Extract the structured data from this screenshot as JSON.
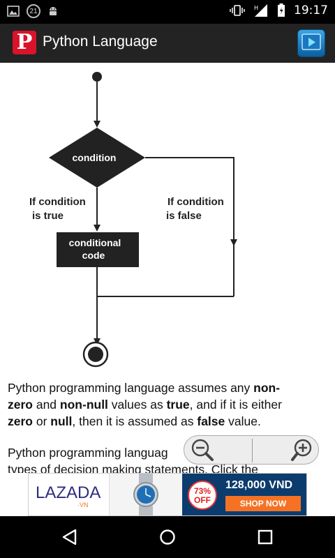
{
  "status_bar": {
    "notification_count": "21",
    "time": "19:17",
    "icons": [
      "image-icon",
      "notification-count-icon",
      "android-icon",
      "vibrate-icon",
      "signal-icon",
      "battery-icon"
    ]
  },
  "app_bar": {
    "logo_letter": "P",
    "title": "Python Language",
    "action_icon": "play-store-icon",
    "brand_color": "#d9142a"
  },
  "diagram": {
    "node_condition": "condition",
    "label_true_1": "If condition",
    "label_true_2": "is true",
    "label_false_1": "If condition",
    "label_false_2": "is false",
    "node_code_1": "conditional",
    "node_code_2": "code"
  },
  "paragraph1": {
    "lines": [
      [
        {
          "t": "Python programming language assumes any ",
          "b": false
        },
        {
          "t": "non-",
          "b": true
        }
      ],
      [
        {
          "t": "zero",
          "b": true
        },
        {
          "t": " and ",
          "b": false
        },
        {
          "t": "non-null",
          "b": true
        },
        {
          "t": " values as ",
          "b": false
        },
        {
          "t": "true",
          "b": true
        },
        {
          "t": ", and if it is either",
          "b": false
        }
      ],
      [
        {
          "t": "zero",
          "b": true
        },
        {
          "t": " or ",
          "b": false
        },
        {
          "t": "null",
          "b": true
        },
        {
          "t": ", then it is assumed as ",
          "b": false
        },
        {
          "t": "false",
          "b": true
        },
        {
          "t": " value.",
          "b": false
        }
      ]
    ]
  },
  "paragraph2": {
    "line1": "Python programming languag",
    "line2": "types of decision making statements. Click the"
  },
  "zoom_control": {
    "zoom_out_icon": "zoom-out-icon",
    "zoom_in_icon": "zoom-in-icon"
  },
  "ad": {
    "brand": "LAZADA",
    "brand_suffix": "·VN",
    "discount_line1": "73%",
    "discount_line2": "OFF",
    "price": "128,000 VND",
    "cta": "SHOP NOW",
    "accent_color": "#f57224"
  },
  "nav_bar": {
    "buttons": [
      "back-icon",
      "home-icon",
      "recents-icon"
    ]
  }
}
